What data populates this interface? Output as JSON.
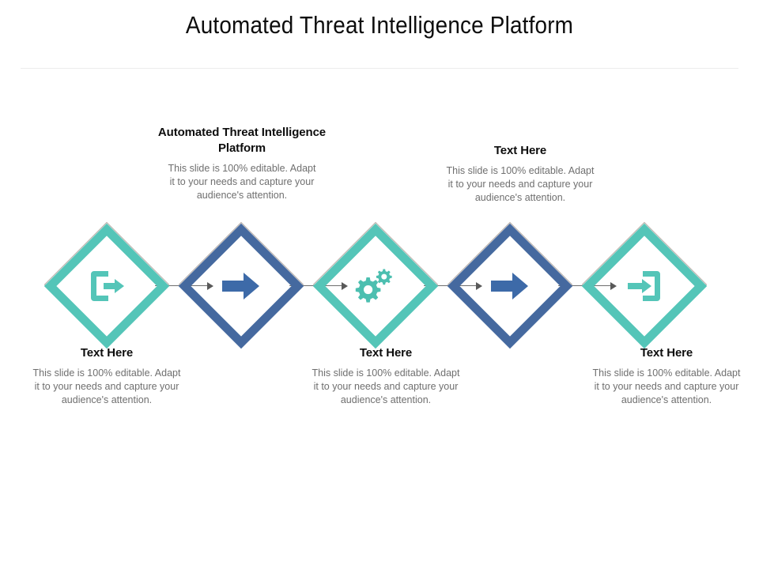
{
  "slide": {
    "title": "Automated Threat Intelligence Platform",
    "colors": {
      "teal": "#54c5b8",
      "blue": "#45699f",
      "heading": "#0d0d0d",
      "body": "#6f6f6f",
      "connector": "#6e6e6e",
      "divider": "#ededed",
      "background": "#ffffff"
    }
  },
  "steps": [
    {
      "index": 1,
      "icon": "exit-icon",
      "color": "teal",
      "heading": "Text Here",
      "body": "This slide is 100% editable. Adapt it to your needs and capture your audience's attention.",
      "label_position": "below"
    },
    {
      "index": 2,
      "icon": "arrow-right-icon",
      "color": "blue",
      "heading": "Automated Threat Intelligence Platform",
      "body": "This slide is 100% editable. Adapt it to your needs and capture your audience's attention.",
      "label_position": "above"
    },
    {
      "index": 3,
      "icon": "gears-icon",
      "color": "teal",
      "heading": "Text Here",
      "body": "This slide is 100% editable. Adapt it to your needs and capture your audience's attention.",
      "label_position": "below"
    },
    {
      "index": 4,
      "icon": "arrow-right-icon",
      "color": "blue",
      "heading": "Text Here",
      "body": "This slide is 100% editable. Adapt it to your needs and capture your audience's attention.",
      "label_position": "above"
    },
    {
      "index": 5,
      "icon": "login-icon",
      "color": "teal",
      "heading": "Text Here",
      "body": "This slide is 100% editable. Adapt it to your needs and capture your audience's attention.",
      "label_position": "below"
    }
  ]
}
